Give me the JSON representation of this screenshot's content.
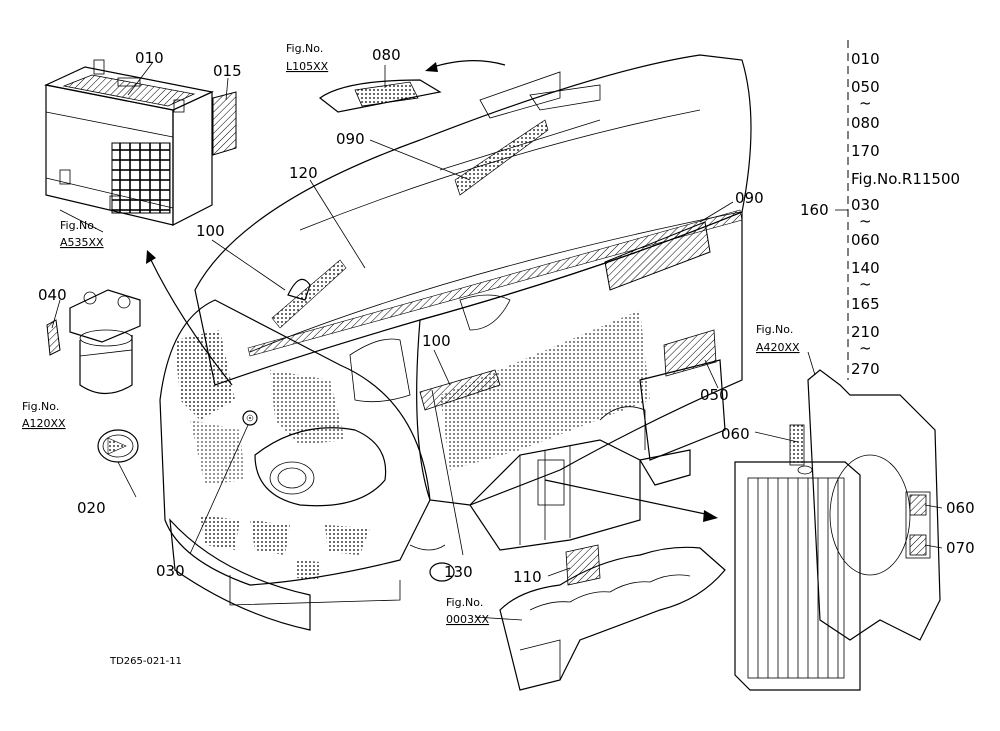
{
  "drawing_code": "TD265-021-11",
  "callouts": {
    "c010": "010",
    "c015": "015",
    "c020": "020",
    "c030": "030",
    "c040": "040",
    "c050": "050",
    "c060a": "060",
    "c060b": "060",
    "c070": "070",
    "c080": "080",
    "c090a": "090",
    "c090b": "090",
    "c100a": "100",
    "c100b": "100",
    "c110": "110",
    "c120": "120",
    "c130": "130",
    "c160": "160"
  },
  "fig_refs": {
    "l105": {
      "label": "Fig.No.",
      "code": "L105XX"
    },
    "a535": {
      "label": "Fig.No.",
      "code": "A535XX"
    },
    "a120": {
      "label": "Fig.No.",
      "code": "A120XX"
    },
    "a420": {
      "label": "Fig.No.",
      "code": "A420XX"
    },
    "o003": {
      "label": "Fig.No.",
      "code": "0003XX"
    }
  },
  "sequence": {
    "s1": "010",
    "s2": "050",
    "t1": "~",
    "s3": "080",
    "s4": "170",
    "s5": "Fig.No.R11500",
    "s6": "030",
    "t2": "~",
    "s7": "060",
    "s8": "140",
    "t3": "~",
    "s9": "165",
    "s10": "210",
    "t4": "~",
    "s11": "270"
  }
}
